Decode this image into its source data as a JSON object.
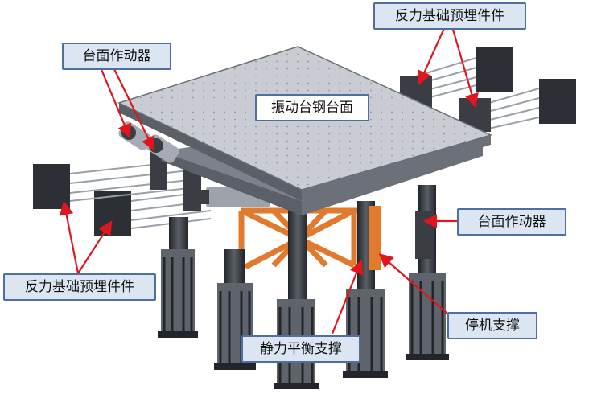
{
  "labels": {
    "table_actuator_top": "台面作动器",
    "reaction_embed_top": "反力基础预埋件件",
    "steel_table": "振动台钢台面",
    "table_actuator_right": "台面作动器",
    "reaction_embed_left": "反力基础预埋件件",
    "parking_support": "停机支撑",
    "static_balance_support": "静力平衡支撑"
  },
  "colors": {
    "label_fill": "#dce6f2",
    "label_border": "#4f6f9f",
    "arrow": "#e0161e",
    "table_top": "#c9ccd2",
    "steel_dark": "#3a3d44",
    "strut_orange": "#e07a2e"
  }
}
